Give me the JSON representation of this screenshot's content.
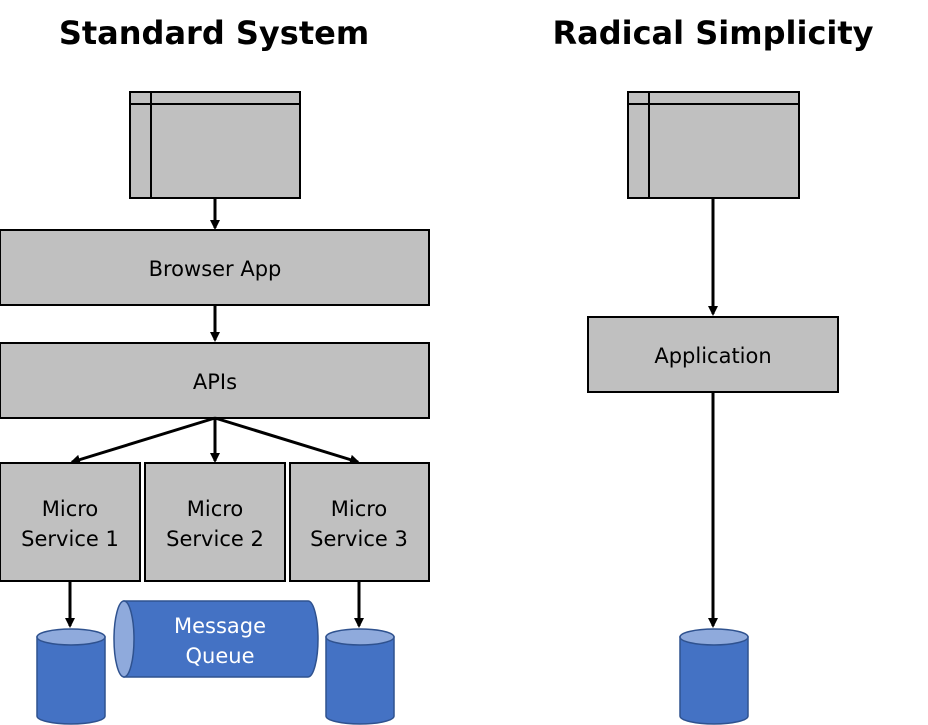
{
  "standard": {
    "title": "Standard System",
    "browser_app": "Browser App",
    "apis": "APIs",
    "services": [
      {
        "line1": "Micro",
        "line2": "Service 1"
      },
      {
        "line1": "Micro",
        "line2": "Service 2"
      },
      {
        "line1": "Micro",
        "line2": "Service 3"
      }
    ],
    "queue": {
      "line1": "Message",
      "line2": "Queue"
    }
  },
  "simple": {
    "title": "Radical Simplicity",
    "application": "Application"
  }
}
